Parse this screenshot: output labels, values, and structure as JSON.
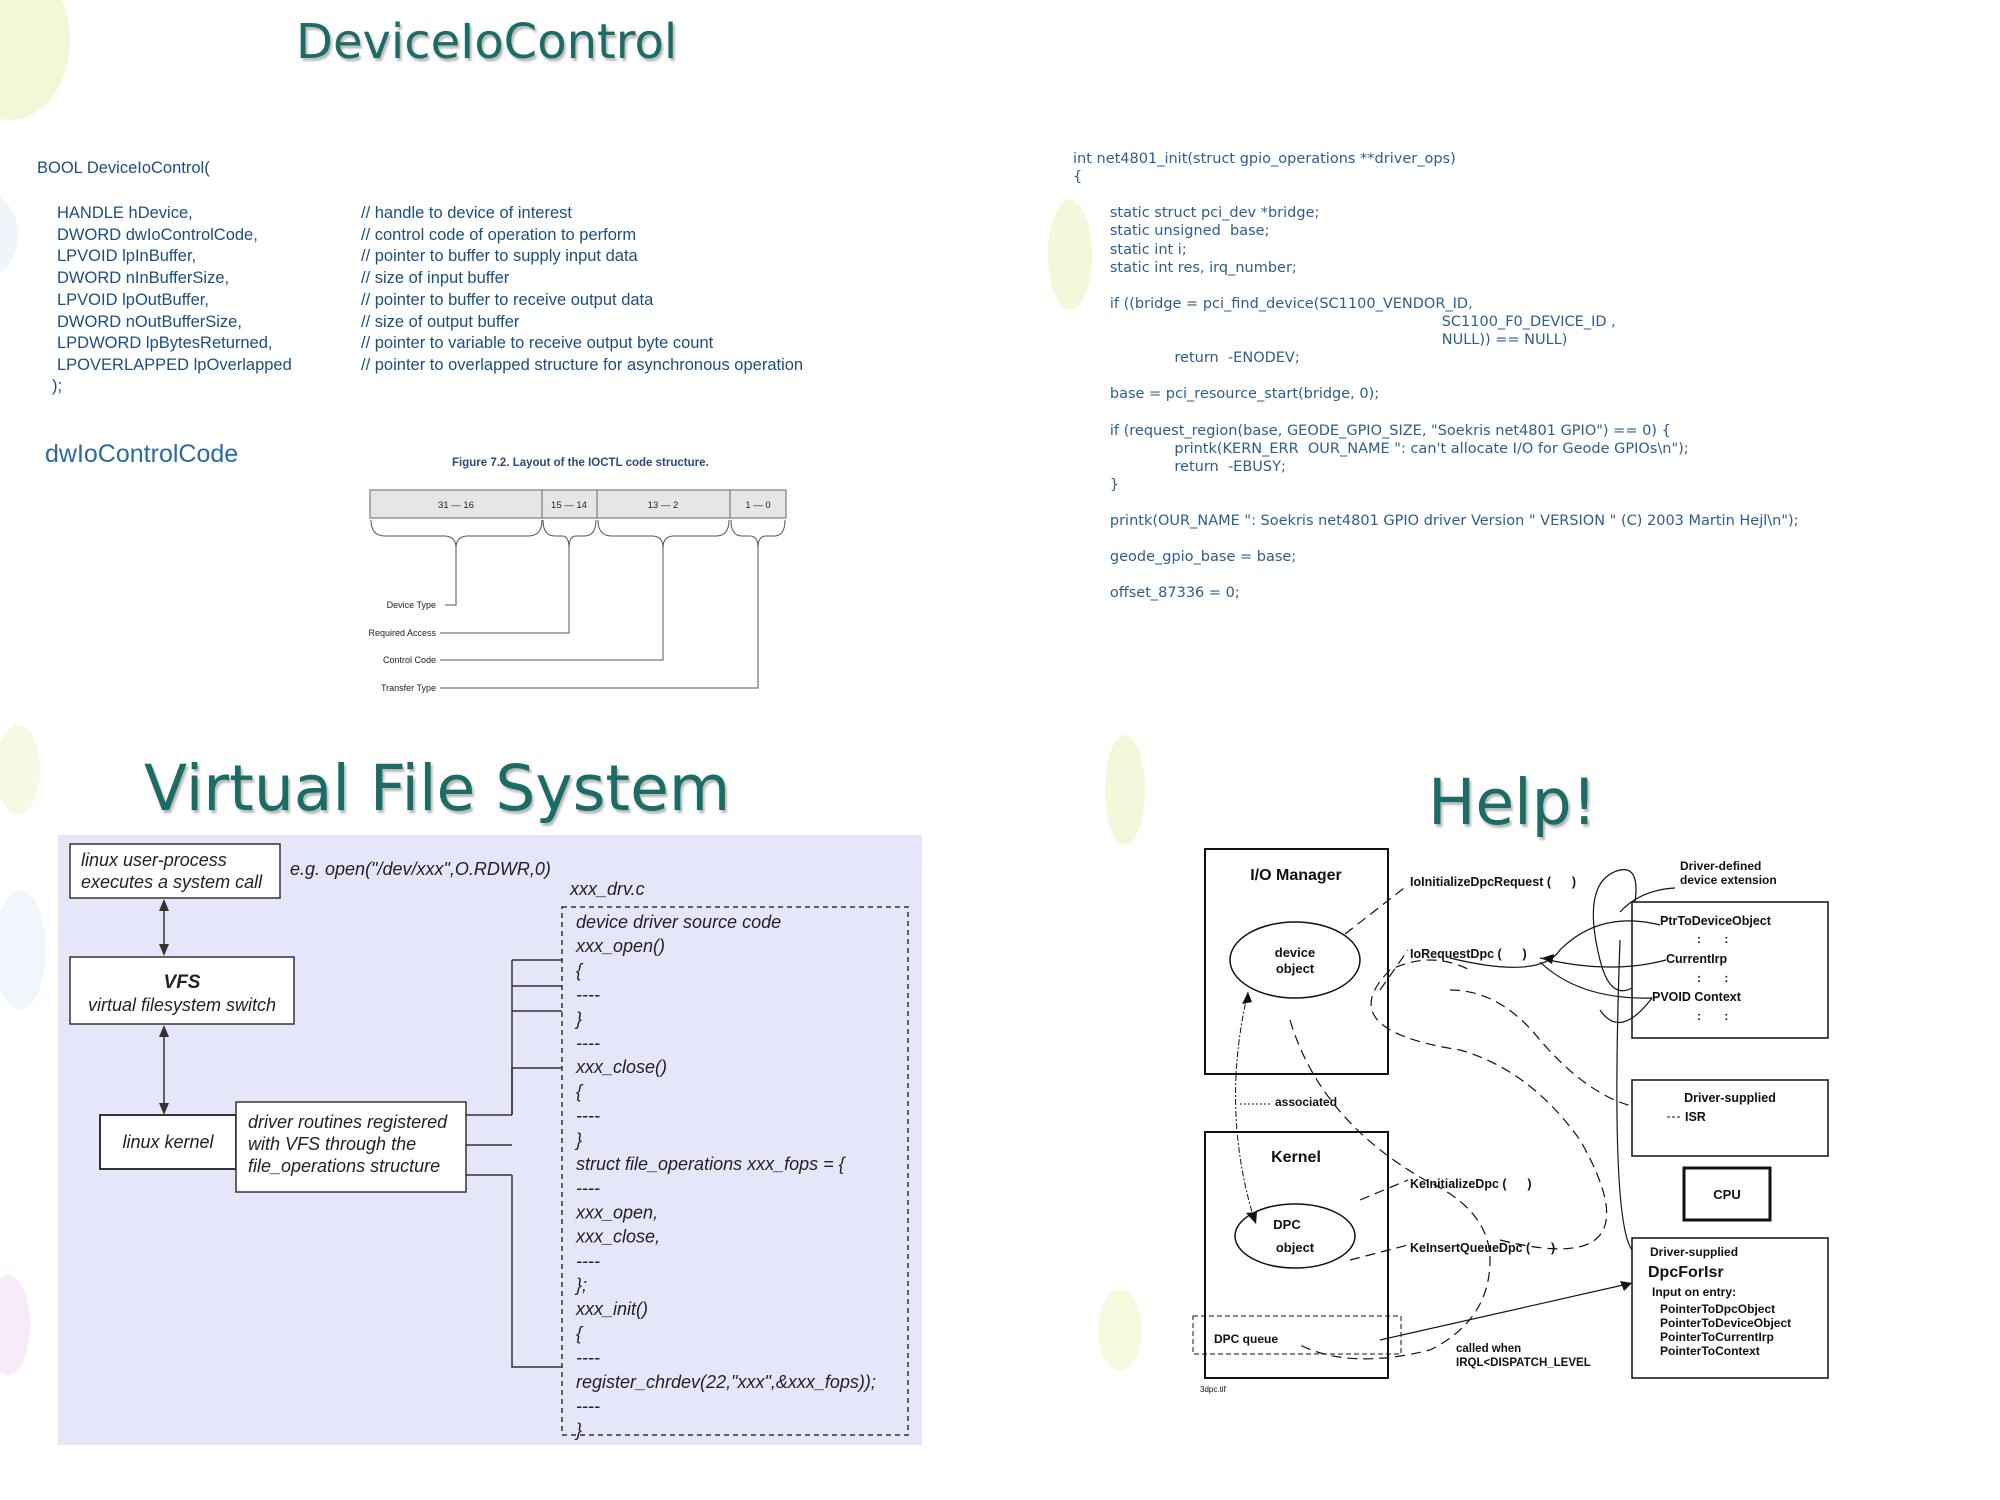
{
  "slide1": {
    "title": "DeviceIoControl",
    "signature_open": "BOOL DeviceIoControl(",
    "params": [
      {
        "decl": "HANDLE hDevice,",
        "comment": "// handle to device of interest"
      },
      {
        "decl": "DWORD dwIoControlCode,",
        "comment": "// control code of operation to perform"
      },
      {
        "decl": "LPVOID lpInBuffer,",
        "comment": "// pointer to buffer to supply input data"
      },
      {
        "decl": "DWORD nInBufferSize,",
        "comment": "// size of input buffer"
      },
      {
        "decl": "LPVOID lpOutBuffer,",
        "comment": "// pointer to buffer to receive output data"
      },
      {
        "decl": "DWORD nOutBufferSize,",
        "comment": "// size of output buffer"
      },
      {
        "decl": "LPDWORD lpBytesReturned,",
        "comment": "// pointer to variable to receive output byte count"
      },
      {
        "decl": "LPOVERLAPPED lpOverlapped",
        "comment": "// pointer to overlapped structure for asynchronous operation"
      }
    ],
    "signature_close": ");",
    "subheading": "dwIoControlCode",
    "figure": {
      "caption": "Figure 7.2. Layout of the IOCTL code structure.",
      "fields": [
        "31 — 16",
        "15 — 14",
        "13 — 2",
        "1 — 0"
      ],
      "labels": [
        "Device Type",
        "Required Access",
        "Control Code",
        "Transfer Type"
      ]
    }
  },
  "slide2": {
    "code_lines": [
      "int net4801_init(struct gpio_operations **driver_ops)",
      "{",
      "",
      "        static struct pci_dev *bridge;",
      "        static unsigned  base;",
      "        static int i;",
      "        static int res, irq_number;",
      "",
      "        if ((bridge = pci_find_device(SC1100_VENDOR_ID,",
      "                                                                                SC1100_F0_DEVICE_ID ,",
      "                                                                                NULL)) == NULL)",
      "                      return  -ENODEV;",
      "",
      "        base = pci_resource_start(bridge, 0);",
      "",
      "        if (request_region(base, GEODE_GPIO_SIZE, \"Soekris net4801 GPIO\") == 0) {",
      "                      printk(KERN_ERR  OUR_NAME \": can't allocate I/O for Geode GPIOs\\n\");",
      "                      return  -EBUSY;",
      "        }",
      "",
      "        printk(OUR_NAME \": Soekris net4801 GPIO driver Version \" VERSION \" (C) 2003 Martin Hejl\\n\");",
      "",
      "        geode_gpio_base = base;",
      "",
      "        offset_87336 = 0;"
    ]
  },
  "slide3": {
    "title": "Virtual File System",
    "user_process": [
      "linux user-process",
      "executes a system call"
    ],
    "example_call": "e.g. open(\"/dev/xxx\",O.RDWR,0)",
    "vfs": [
      "VFS",
      "virtual filesystem switch"
    ],
    "kernel": "linux kernel",
    "driver_routines": [
      "driver routines registered",
      "with VFS through the",
      "file_operations structure"
    ],
    "file_name": "xxx_drv.c",
    "source_lines": [
      "device driver source code",
      "xxx_open()",
      "{",
      "----",
      "}",
      "----",
      "xxx_close()",
      "{",
      "----",
      "}",
      "struct file_operations xxx_fops = {",
      "----",
      "xxx_open,",
      "xxx_close,",
      "----",
      "};",
      "xxx_init()",
      "{",
      "----",
      "register_chrdev(22,\"xxx\",&xxx_fops));",
      "----",
      "}"
    ]
  },
  "slide4": {
    "title": "Help!",
    "io_manager": "I/O Manager",
    "device_object": [
      "device",
      "object"
    ],
    "kernel": "Kernel",
    "dpc_object": [
      "DPC",
      "object"
    ],
    "dpc_queue": "DPC queue",
    "associated": "associated",
    "calls": [
      "IoInitializeDpcRequest (      )",
      "IoRequestDpc (      )",
      "KeInitializeDpc (      )",
      "KeInsertQueueDpc (      )"
    ],
    "extension_label": [
      "Driver-defined",
      "device extension"
    ],
    "extension_fields": [
      "PtrToDeviceObject",
      ":       :",
      "CurrentIrp",
      ":       :",
      "PVOID Context",
      ":       :"
    ],
    "isr_box": [
      "Driver-supplied",
      "ISR"
    ],
    "cpu": "CPU",
    "dpc_box_label": "Driver-supplied",
    "dpc_box_title": "DpcForIsr",
    "dpc_box_input": "Input on entry:",
    "dpc_box_args": [
      "PointerToDpcObject",
      "PointerToDeviceObject",
      "PointerToCurrentIrp",
      "PointerToContext"
    ],
    "called_when": [
      "called when",
      "IRQL<DISPATCH_LEVEL"
    ],
    "footnote": "3dpc.tif"
  },
  "colors": {
    "title_teal": "#1b6b66",
    "code_blue": "#2d5e8a",
    "signature_blue": "#1c4f7e",
    "vfs_background": "#e6e6fa",
    "ioctl_header": "#e6e6e6"
  }
}
